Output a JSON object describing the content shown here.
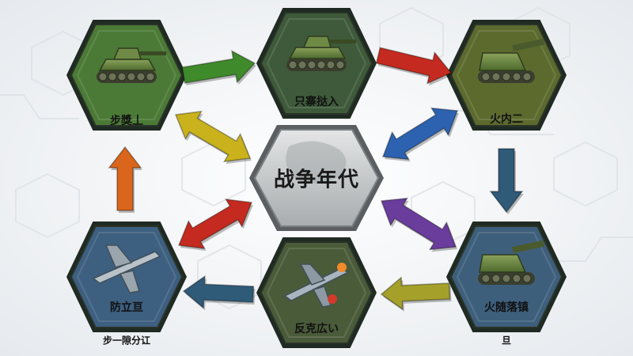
{
  "title": "战争年代",
  "nodes": {
    "tank_tl": {
      "label": "步獎丄",
      "color": "#4b7a36",
      "icon": "tank-icon"
    },
    "tank_tm": {
      "label": "只寨挞入",
      "color": "#3e5a3a",
      "icon": "tank-icon"
    },
    "artillery_tr": {
      "label": "火内二",
      "color": "#5c6a2e",
      "icon": "artillery-icon"
    },
    "artillery_br": {
      "label": "火随落镇",
      "color": "#3e5f7c",
      "icon": "artillery-icon"
    },
    "fighter_bm": {
      "label": "反克広い",
      "color": "#4a5b3a",
      "icon": "fighter-jet-icon"
    },
    "bomber_bl": {
      "label": "防立亘",
      "color": "#3d5f80",
      "icon": "bomber-icon"
    }
  },
  "footer": {
    "left": "步一隙分讧",
    "right": "旦"
  },
  "colors": {
    "center": "#b9bcbd",
    "arrow_green": "#3f8a2a",
    "arrow_red": "#c42a1f",
    "arrow_blue": "#2d62b0",
    "arrow_yellow": "#c9b21c",
    "arrow_purple": "#6a3c9c",
    "arrow_olive": "#a5a02a",
    "arrow_slate": "#2f5a78",
    "arrow_orange": "#d9661c"
  }
}
